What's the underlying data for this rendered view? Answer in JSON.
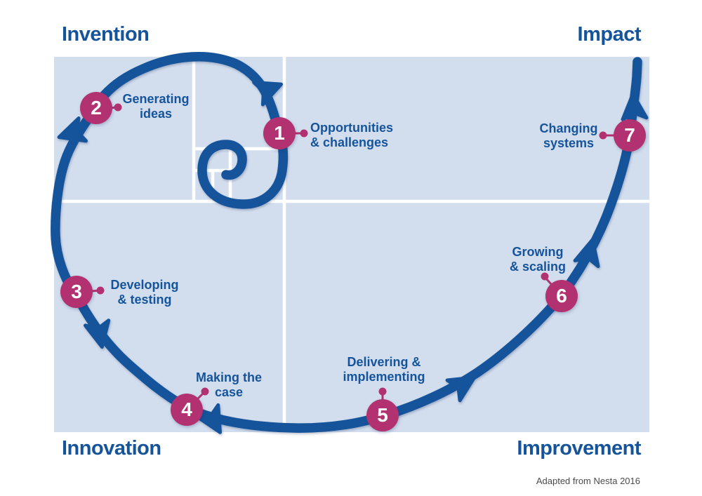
{
  "corners": {
    "top_left": "Invention",
    "top_right": "Impact",
    "bottom_left": "Innovation",
    "bottom_right": "Improvement"
  },
  "stages": [
    {
      "number": "1",
      "label": "Opportunities\n& challenges"
    },
    {
      "number": "2",
      "label": "Generating\nideas"
    },
    {
      "number": "3",
      "label": "Developing\n& testing"
    },
    {
      "number": "4",
      "label": "Making the\ncase"
    },
    {
      "number": "5",
      "label": "Delivering &\nimplementing"
    },
    {
      "number": "6",
      "label": "Growing\n& scaling"
    },
    {
      "number": "7",
      "label": "Changing\nsystems"
    }
  ],
  "credit": "Adapted from Nesta 2016",
  "colors": {
    "accent_blue": "#15549b",
    "stage_magenta": "#b23271",
    "panel_blue": "#d2deee",
    "grid_white": "#ffffff",
    "credit_gray": "#4b4b4d"
  },
  "icons": {
    "spiral": "golden-spiral-arrow",
    "arrowhead": "direction-arrow",
    "connector": "label-pin-dot"
  }
}
